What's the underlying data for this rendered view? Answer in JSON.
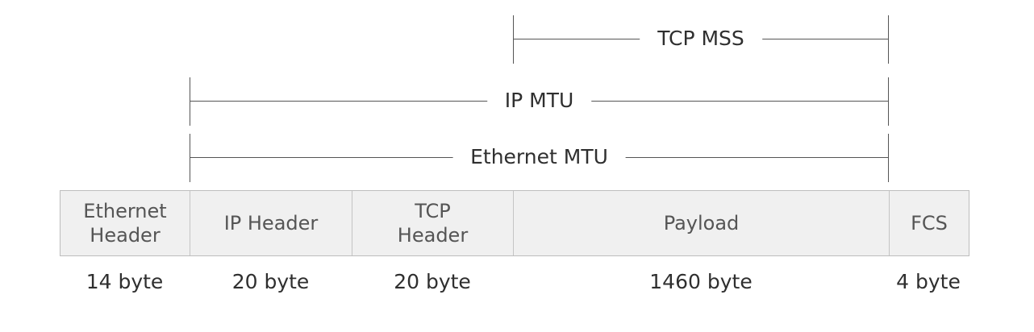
{
  "spans": {
    "tcp_mss": "TCP MSS",
    "ip_mtu": "IP MTU",
    "ethernet_mtu": "Ethernet MTU"
  },
  "frame": {
    "cells": [
      {
        "id": "ethernet_header",
        "label": "Ethernet\nHeader",
        "size": "14 byte"
      },
      {
        "id": "ip_header",
        "label": "IP Header",
        "size": "20 byte"
      },
      {
        "id": "tcp_header",
        "label": "TCP\nHeader",
        "size": "20 byte"
      },
      {
        "id": "payload",
        "label": "Payload",
        "size": "1460 byte"
      },
      {
        "id": "fcs",
        "label": "FCS",
        "size": "4 byte"
      }
    ]
  },
  "colors": {
    "line": "#555555",
    "cell_fill": "#f0f0f0",
    "cell_border": "#bdbdbd",
    "text": "#2f2f2f",
    "cell_text": "#555555"
  }
}
